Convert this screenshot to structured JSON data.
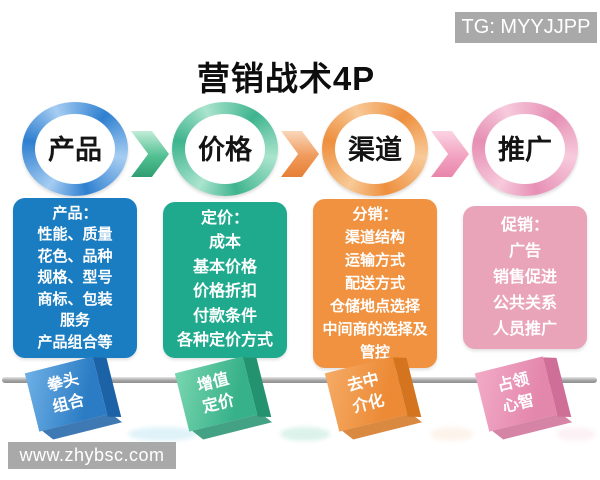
{
  "badge": {
    "label": "TG: MYYJJPP"
  },
  "title": "营销战术4P",
  "watermark": {
    "label": "www.zhybsc.com"
  },
  "flow": {
    "columns": [
      {
        "name": "product",
        "circle_label": "产品",
        "box_lines": [
          "产品：",
          "性能、质量",
          "花色、品种",
          "规格、型号",
          "商标、包装",
          "服务",
          "产品组合等"
        ],
        "cube_lines": [
          "拳头",
          "组合"
        ],
        "colors": {
          "box": "#1b7dc1",
          "ring": "#2e7fd0",
          "cube": "#2b7cc4"
        }
      },
      {
        "name": "price",
        "circle_label": "价格",
        "box_lines": [
          "定价：",
          "成本",
          "基本价格",
          "价格折扣",
          "付款条件",
          "各种定价方式"
        ],
        "cube_lines": [
          "增值",
          "定价"
        ],
        "colors": {
          "box": "#1faa8e",
          "ring": "#3eb48e",
          "cube": "#37b189"
        }
      },
      {
        "name": "place",
        "circle_label": "渠道",
        "box_lines": [
          "分销：",
          "渠道结构",
          "运输方式",
          "配送方式",
          "仓储地点选择",
          "中间商的选择及",
          "管控"
        ],
        "cube_lines": [
          "去中",
          "介化"
        ],
        "colors": {
          "box": "#f0923f",
          "ring": "#ee8f3e",
          "cube": "#ec8a35"
        }
      },
      {
        "name": "promotion",
        "circle_label": "推广",
        "box_lines": [
          "促销：",
          "广告",
          "销售促进",
          "公共关系",
          "人员推广"
        ],
        "cube_lines": [
          "占领",
          "心智"
        ],
        "colors": {
          "box": "#e9a4ba",
          "ring": "#e68fb4",
          "cube": "#e487ad"
        }
      }
    ],
    "arrow_colors": [
      "#53c093",
      "#f09a5b",
      "#f2a3c0"
    ]
  }
}
